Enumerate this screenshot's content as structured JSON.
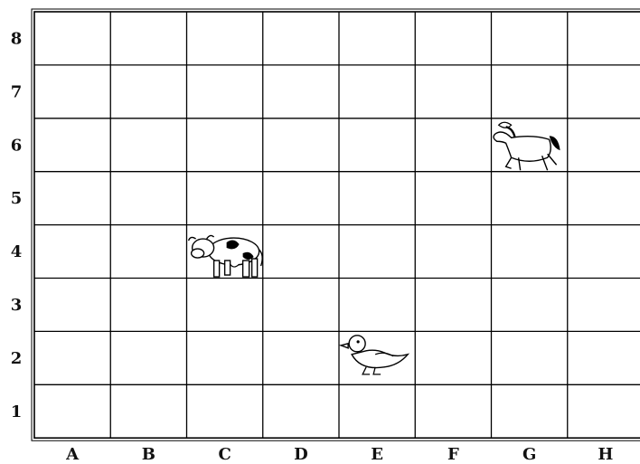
{
  "grid": {
    "columns": [
      "A",
      "B",
      "C",
      "D",
      "E",
      "F",
      "G",
      "H"
    ],
    "rows": [
      "1",
      "2",
      "3",
      "4",
      "5",
      "6",
      "7",
      "8"
    ],
    "line_color": "#000000"
  },
  "animals": [
    {
      "kind": "cow",
      "icon": "cow-icon",
      "column": "C",
      "row": "4"
    },
    {
      "kind": "duck",
      "icon": "duck-icon",
      "column": "E",
      "row": "2"
    },
    {
      "kind": "horse",
      "icon": "horse-icon",
      "column": "G",
      "row": "6"
    }
  ]
}
